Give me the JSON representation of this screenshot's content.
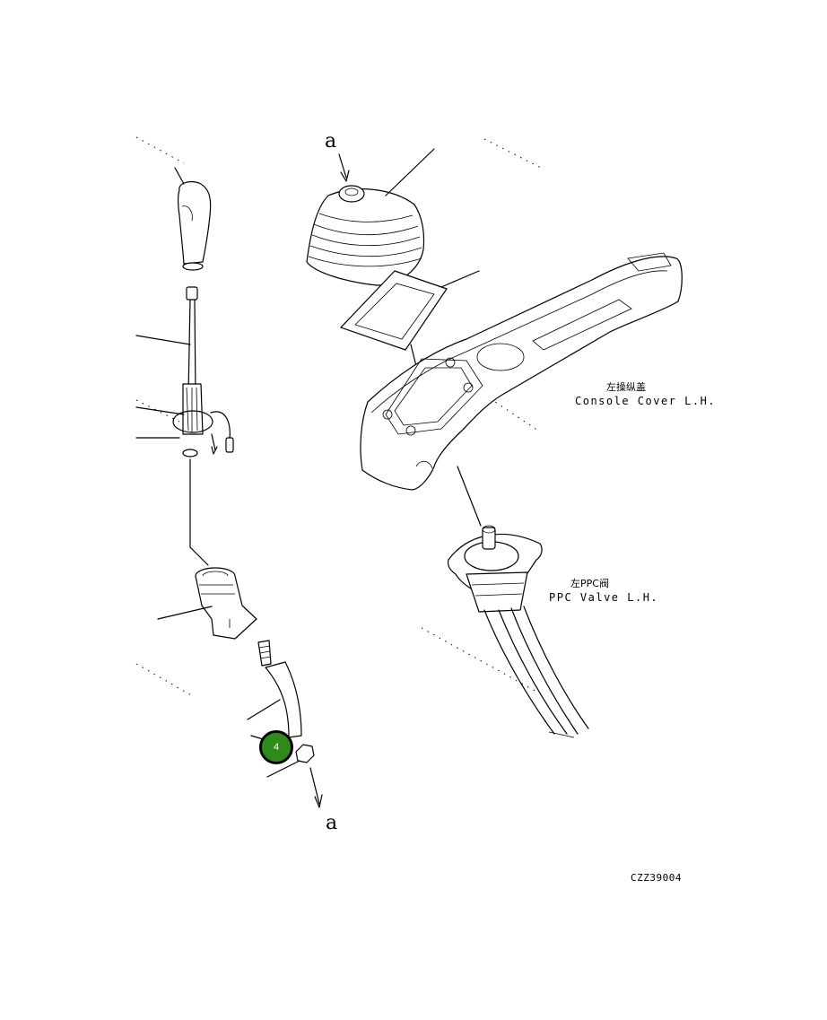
{
  "labels": {
    "console_cn": "左操纵盖",
    "console_en": "Console Cover L.H.",
    "ppc_cn": "左PPC阀",
    "ppc_en": "PPC Valve L.H.",
    "ref_top": "a",
    "ref_bottom": "a",
    "drawing_code": "CZZ39004"
  },
  "callout": {
    "number": "4",
    "color": "#2e8b1a"
  }
}
